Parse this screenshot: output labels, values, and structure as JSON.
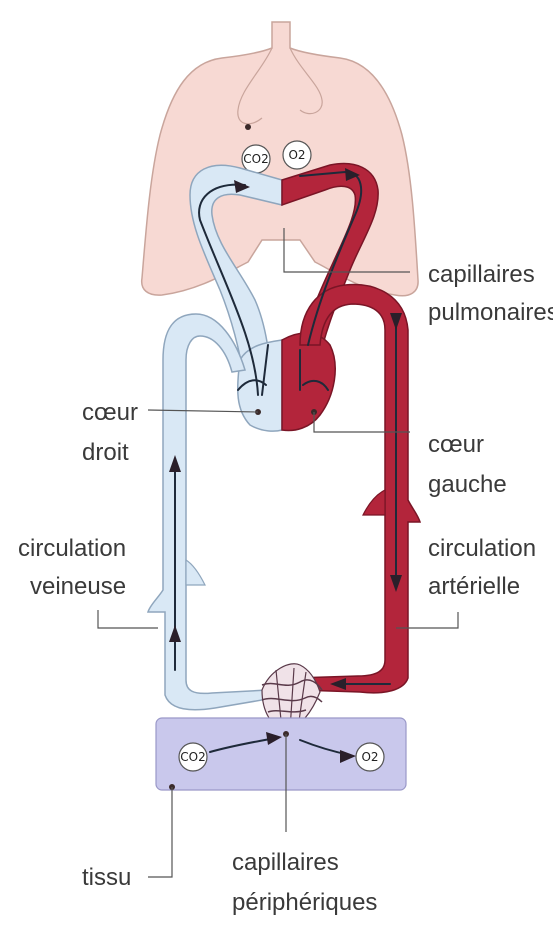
{
  "labels": {
    "capillaires_pulmonaires": [
      "capillaires",
      "pulmonaires"
    ],
    "coeur_droit": [
      "cœur",
      "droit"
    ],
    "coeur_gauche": [
      "cœur",
      "gauche"
    ],
    "circulation_veineuse": [
      "circulation",
      "veineuse"
    ],
    "circulation_arterielle": [
      "circulation",
      "artérielle"
    ],
    "tissu": "tissu",
    "capillaires_peripheriques": [
      "capillaires",
      "périphériques"
    ]
  },
  "gases": {
    "co2": "CO2",
    "o2": "O2"
  },
  "colors": {
    "lungs": "#f7d9d3",
    "lungs_outline": "#c9a59c",
    "venous_blood": "#d9e8f5",
    "venous_outline": "#8fa6bd",
    "arterial_blood": "#b3253b",
    "arterial_outline": "#7a1526",
    "tissue": "#c9c8ec",
    "tissue_outline": "#9a98c8"
  }
}
